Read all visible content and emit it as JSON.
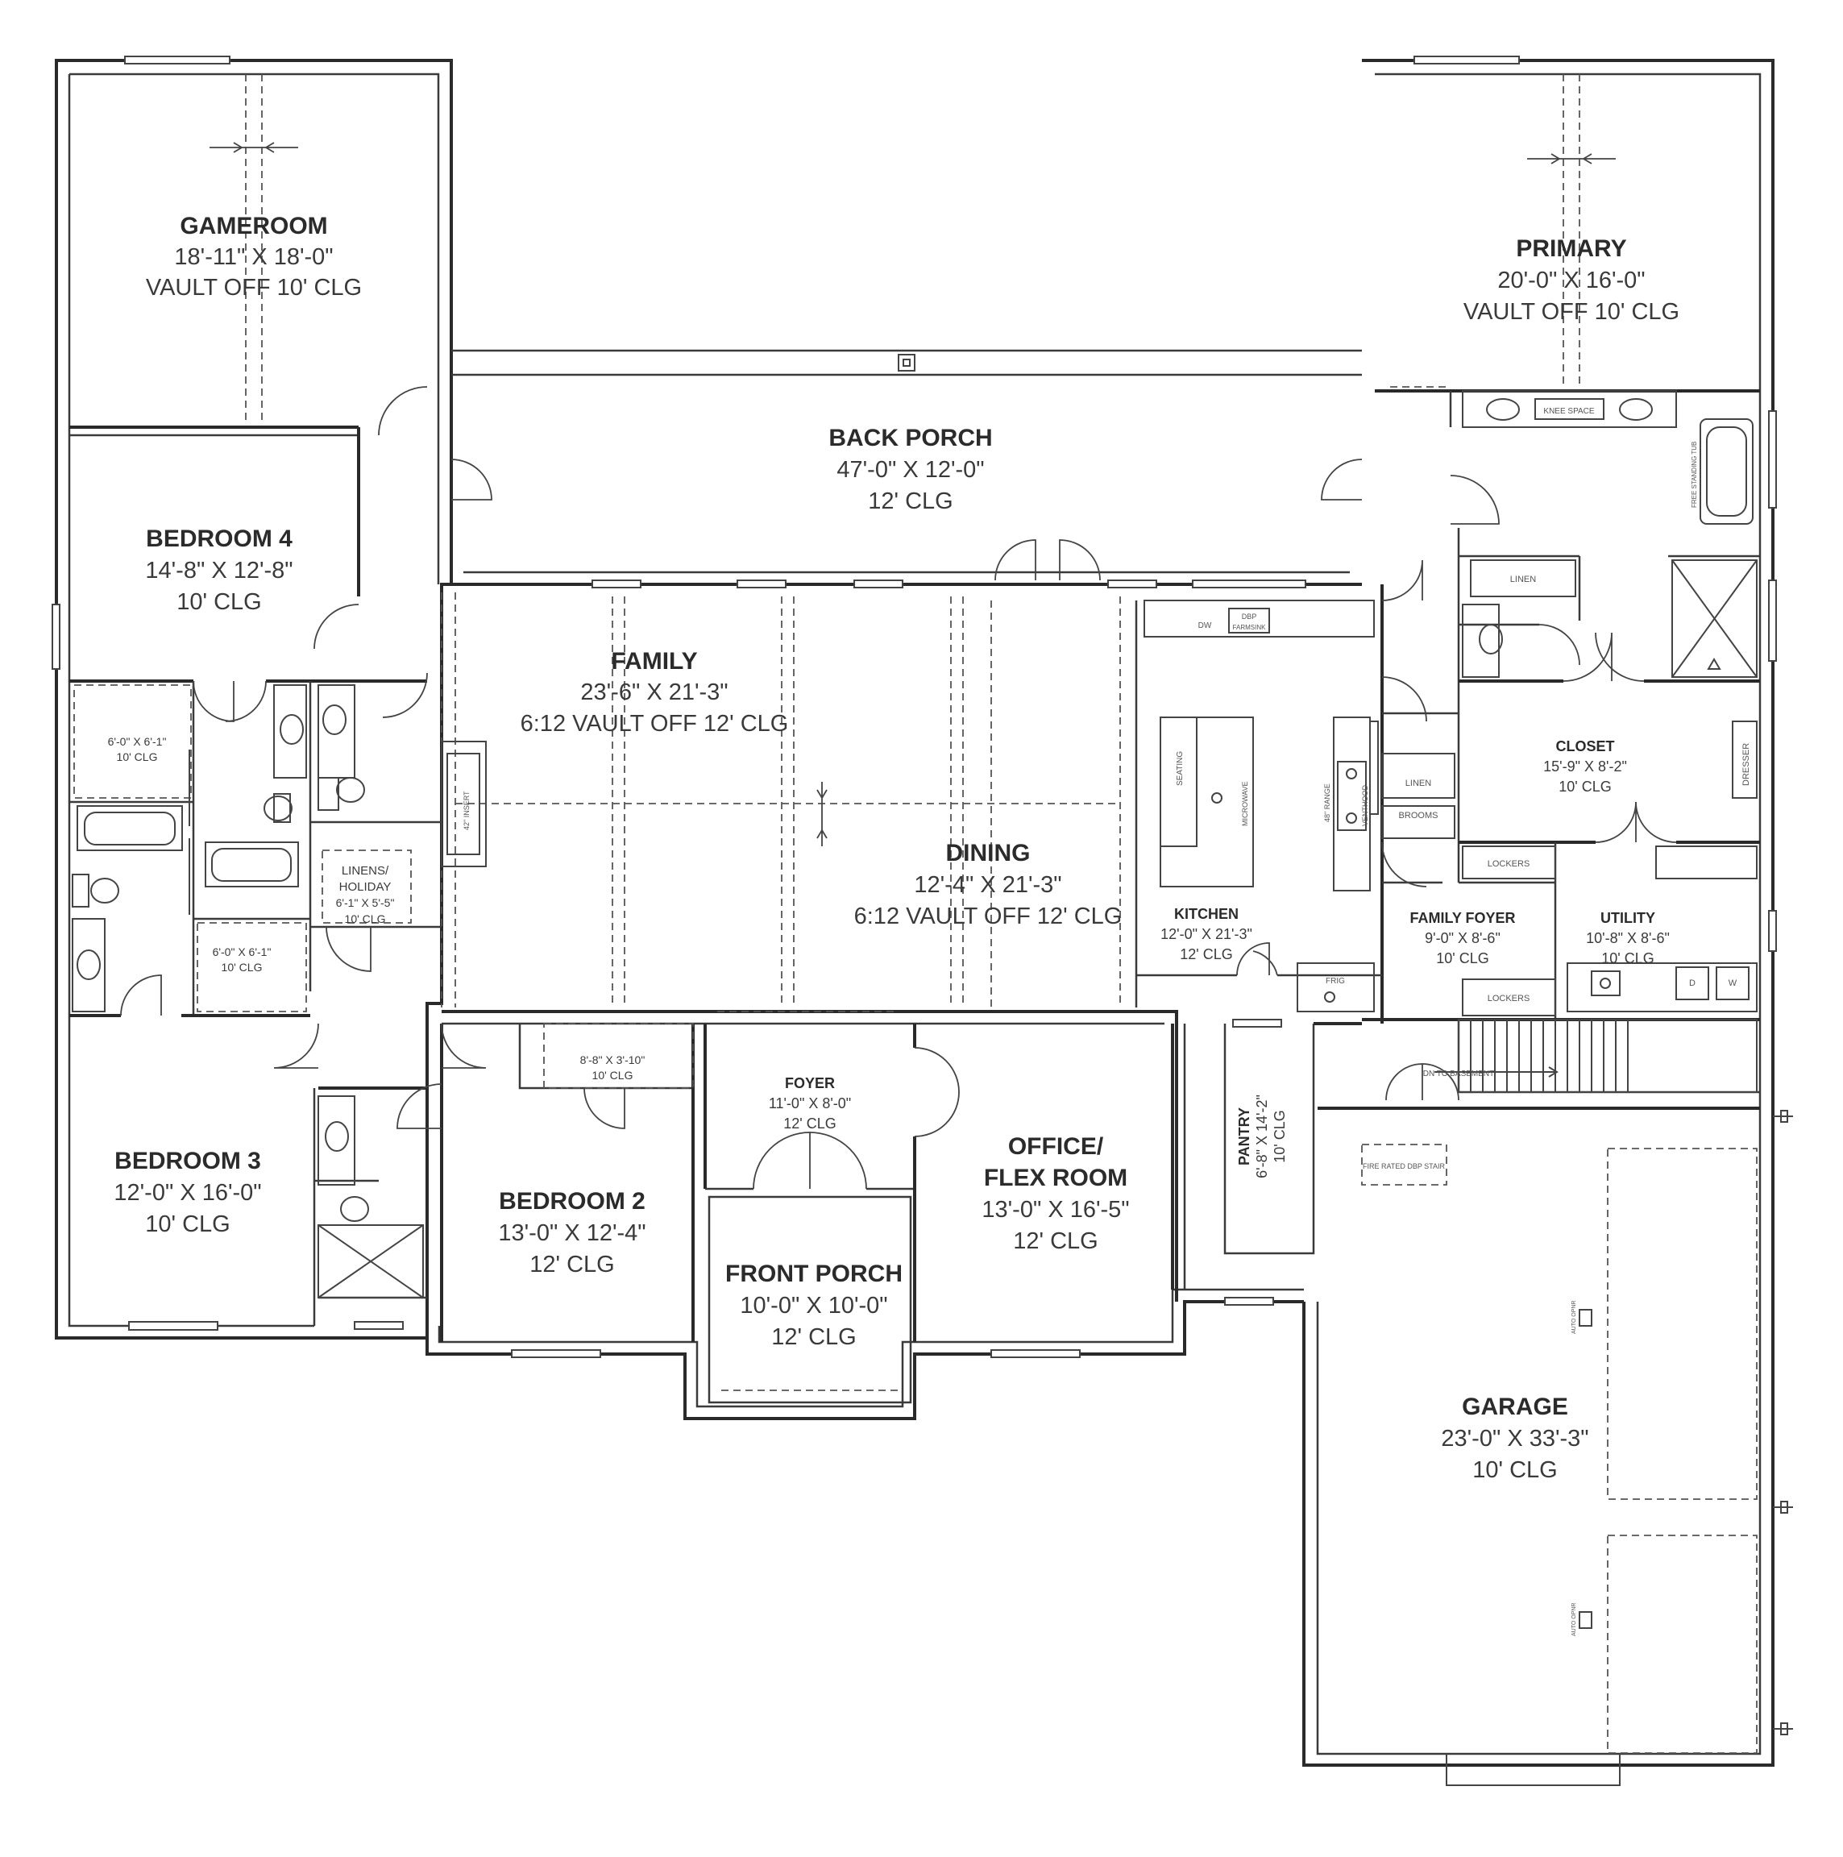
{
  "rooms": {
    "gameroom": {
      "name": "GAMEROOM",
      "size": "18'-11\" X 18'-0\"",
      "clg": "VAULT OFF 10' CLG"
    },
    "primary": {
      "name": "PRIMARY",
      "size": "20'-0\" X 16'-0\"",
      "clg": "VAULT OFF 10' CLG"
    },
    "back_porch": {
      "name": "BACK PORCH",
      "size": "47'-0\" X 12'-0\"",
      "clg": "12' CLG"
    },
    "bedroom4": {
      "name": "BEDROOM 4",
      "size": "14'-8\" X 12'-8\"",
      "clg": "10' CLG"
    },
    "family": {
      "name": "FAMILY",
      "size": "23'-6\" X 21'-3\"",
      "clg": "6:12 VAULT OFF 12' CLG"
    },
    "dining": {
      "name": "DINING",
      "size": "12'-4\" X 21'-3\"",
      "clg": "6:12 VAULT OFF 12' CLG"
    },
    "kitchen": {
      "name": "KITCHEN",
      "size": "12'-0\" X 21'-3\"",
      "clg": "12' CLG"
    },
    "closet": {
      "name": "CLOSET",
      "size": "15'-9\" X 8'-2\"",
      "clg": "10' CLG"
    },
    "family_foyer": {
      "name": "FAMILY FOYER",
      "size": "9'-0\" X 8'-6\"",
      "clg": "10' CLG"
    },
    "utility": {
      "name": "UTILITY",
      "size": "10'-8\" X 8'-6\"",
      "clg": "10' CLG"
    },
    "bedroom3": {
      "name": "BEDROOM 3",
      "size": "12'-0\" X 16'-0\"",
      "clg": "10' CLG"
    },
    "bedroom2": {
      "name": "BEDROOM 2",
      "size": "13'-0\" X 12'-4\"",
      "clg": "12' CLG"
    },
    "foyer": {
      "name": "FOYER",
      "size": "11'-0\" X 8'-0\"",
      "clg": "12' CLG"
    },
    "front_porch": {
      "name": "FRONT PORCH",
      "size": "10'-0\" X 10'-0\"",
      "clg": "12' CLG"
    },
    "office": {
      "name1": "OFFICE/",
      "name2": "FLEX ROOM",
      "size": "13'-0\" X 16'-5\"",
      "clg": "12' CLG"
    },
    "pantry": {
      "name": "PANTRY",
      "size": "6'-8\" X 14'-2\"",
      "clg": "10' CLG"
    },
    "garage": {
      "name": "GARAGE",
      "size": "23'-0\" X 33'-3\"",
      "clg": "10' CLG"
    },
    "linens": {
      "line1": "LINENS/",
      "line2": "HOLIDAY",
      "size": "6'-1\" X 5'-5\"",
      "clg": "10' CLG"
    },
    "closet_b4": {
      "size": "6'-0\" X 6'-1\"",
      "clg": "10' CLG"
    },
    "closet_b3": {
      "size": "6'-0\" X 6'-1\"",
      "clg": "10' CLG"
    },
    "closet_b2": {
      "size": "8'-8\" X 3'-10\"",
      "clg": "10' CLG"
    }
  },
  "labels": {
    "knee_space": "KNEE SPACE",
    "free_standing_tub": "FREE STANDING TUB",
    "linen_primary": "LINEN",
    "linen_kitchen": "LINEN",
    "dresser": "DRESSER",
    "lockers_top": "LOCKERS",
    "lockers_bottom": "LOCKERS",
    "brooms": "BROOMS",
    "dw": "DW",
    "dbp": "DBP",
    "farmsink": "FARMSINK",
    "seating": "SEATING",
    "microwave": "MICROWAVE",
    "range": "48\" RANGE",
    "venthood": "VENTHOOD",
    "frig": "FRIG",
    "insert": "42\" INSERT",
    "dn_to_basement": "DN TO BASEMENT",
    "fire_rated_stair": "FIRE RATED DBP STAIR",
    "washer": "W",
    "dryer": "D",
    "auto_opener_1": "AUTO OPNR",
    "auto_opener_2": "AUTO OPNR"
  }
}
